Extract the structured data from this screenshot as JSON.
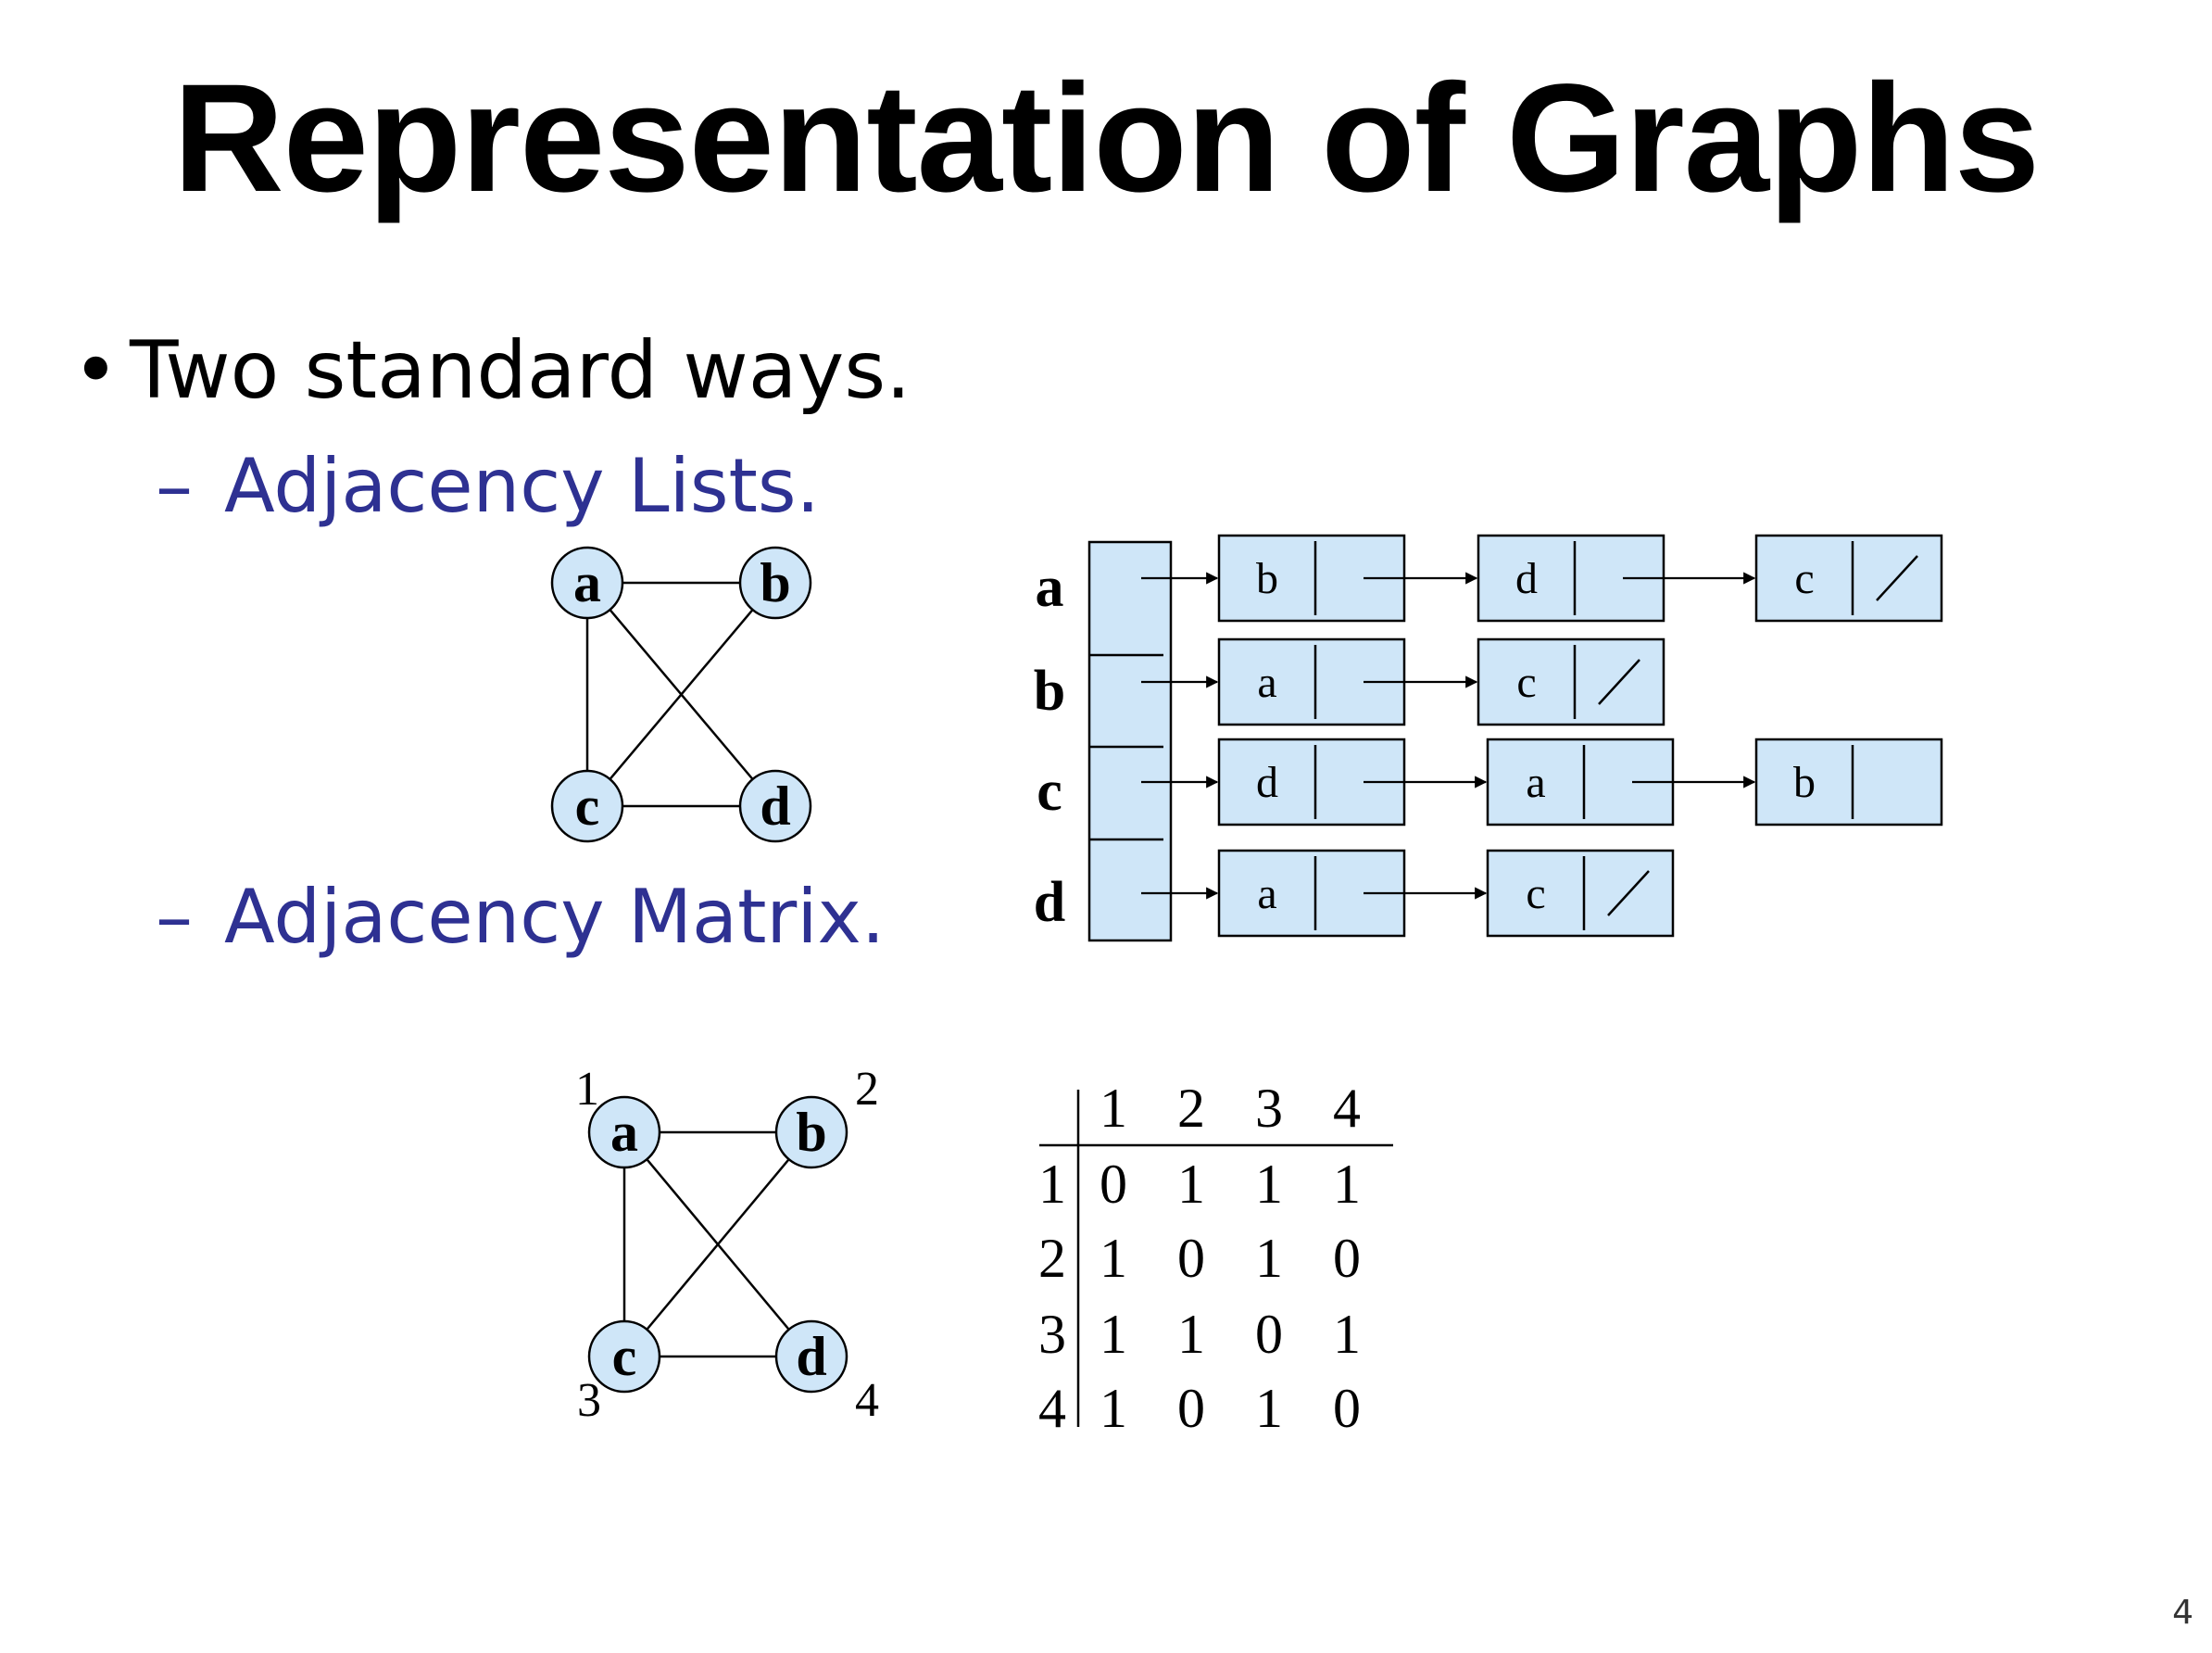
{
  "slide": {
    "title": "Representation of Graphs",
    "bullet": "Two standard ways.",
    "sub_items": [
      "Adjacency Lists.",
      "Adjacency Matrix."
    ],
    "page_number": "4"
  },
  "colors": {
    "node_fill": "#cfe6f8",
    "subitem_text": "#2e3192"
  },
  "graph": {
    "vertices": [
      "a",
      "b",
      "c",
      "d"
    ],
    "edges": [
      [
        "a",
        "b"
      ],
      [
        "a",
        "c"
      ],
      [
        "a",
        "d"
      ],
      [
        "b",
        "c"
      ],
      [
        "c",
        "d"
      ]
    ]
  },
  "adjacency_lists": [
    {
      "head": "a",
      "list": [
        "b",
        "d",
        "c"
      ]
    },
    {
      "head": "b",
      "list": [
        "a",
        "c"
      ]
    },
    {
      "head": "c",
      "list": [
        "d",
        "a",
        "b"
      ]
    },
    {
      "head": "d",
      "list": [
        "a",
        "c"
      ]
    }
  ],
  "matrix_graph": {
    "vertex_numbers": {
      "a": "1",
      "b": "2",
      "c": "3",
      "d": "4"
    }
  },
  "adjacency_matrix": {
    "col_headers": [
      "1",
      "2",
      "3",
      "4"
    ],
    "row_headers": [
      "1",
      "2",
      "3",
      "4"
    ],
    "rows": [
      [
        "0",
        "1",
        "1",
        "1"
      ],
      [
        "1",
        "0",
        "1",
        "0"
      ],
      [
        "1",
        "1",
        "0",
        "1"
      ],
      [
        "1",
        "0",
        "1",
        "0"
      ]
    ]
  }
}
